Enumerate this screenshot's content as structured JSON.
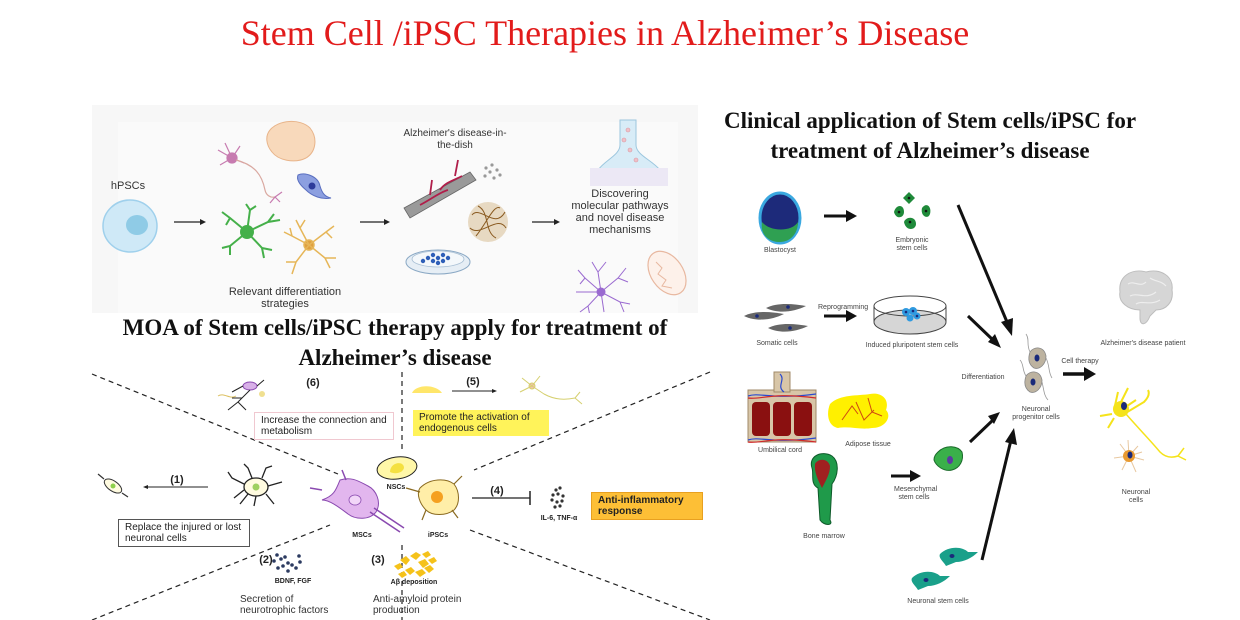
{
  "title": "Stem Cell /iPSC Therapies in Alzheimer’s Disease",
  "top_panel": {
    "start_label": "hPSCs",
    "differentiation_label": "Relevant differentiation strategies",
    "disease_label": "Alzheimer's disease-in-the-dish",
    "discovery_label": "Discovering molecular pathways and novel disease mechanisms"
  },
  "moa_panel": {
    "heading": "MOA of Stem cells/iPSC therapy apply for treatment of Alzheimer’s disease",
    "center_cells": {
      "nscs": "NSCs",
      "mscs": "MSCs",
      "ipscs": "iPSCs"
    },
    "mechanisms": [
      {
        "number": "(1)",
        "text": "Replace the injured or lost neuronal cells"
      },
      {
        "number": "(2)",
        "text": "Secretion of neurotrophic factors",
        "sub_label": "BDNF, FGF"
      },
      {
        "number": "(3)",
        "text": "Anti-amyloid protein production",
        "sub_label": "Aβ deposition"
      },
      {
        "number": "(4)",
        "text": "Anti-inflammatory response",
        "sub_label": "IL-6, TNF-α"
      },
      {
        "number": "(5)",
        "text": "Promote the activation of endogenous cells"
      },
      {
        "number": "(6)",
        "text": "Increase the connection and metabolism"
      }
    ]
  },
  "clinical_panel": {
    "heading": "Clinical application of Stem cells/iPSC for treatment of Alzheimer’s disease",
    "sources": {
      "blastocyst": "Blastocyst",
      "embryonic": "Embryonic stem cells",
      "somatic": "Somatic cells",
      "reprogramming": "Reprogramming",
      "ipsc": "Induced pluripotent stem cells",
      "umbilical": "Umbilical cord",
      "adipose": "Adipose tissue",
      "bone_marrow": "Bone marrow",
      "mesenchymal": "Mesenchymal stem cells",
      "neuronal_stem": "Neuronal stem cells"
    },
    "differentiation": "Differentiation",
    "progenitor": "Neuronal progenitor cells",
    "cell_therapy": "Cell therapy",
    "patient": "Alzheimer's disease patient",
    "neuronal_cells": "Neuronal cells"
  },
  "colors": {
    "title": "#e21b1b",
    "yellow_box": "#fff35a",
    "orange_box": "#fdbf36"
  }
}
